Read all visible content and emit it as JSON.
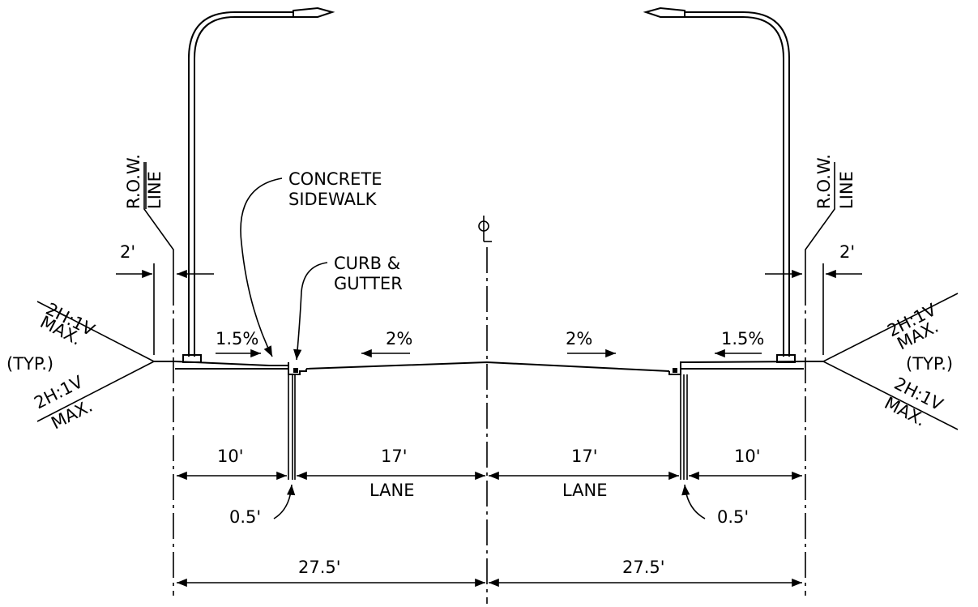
{
  "labels": {
    "centerline": "CL",
    "row_line_top": "R.O.W.",
    "row_line_bottom": "LINE",
    "concrete_sidewalk_1": "CONCRETE",
    "concrete_sidewalk_2": "SIDEWALK",
    "curb_gutter_1": "CURB &",
    "curb_gutter_2": "GUTTER",
    "slope_top": "2H:1V",
    "slope_bottom": "MAX.",
    "typical": "(TYP.)",
    "lane": "LANE"
  },
  "dimensions": {
    "row_offset": "2'",
    "sidewalk_slope": "1.5%",
    "lane_slope": "2%",
    "sidewalk_width": "10'",
    "lane_width": "17'",
    "curb_width": "0.5'",
    "half_width": "27.5'"
  }
}
